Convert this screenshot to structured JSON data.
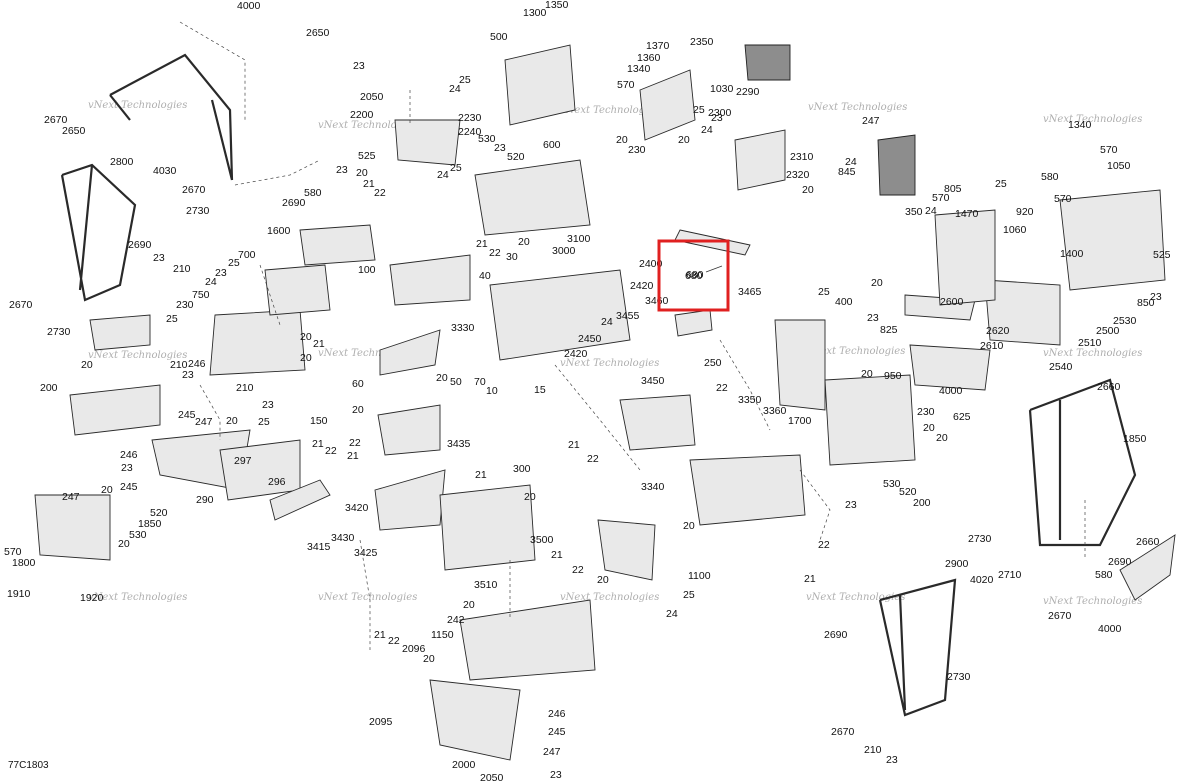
{
  "diagram": {
    "reference": "77C1803",
    "watermark": "vNext Technologies",
    "highlight": {
      "label": "680",
      "color": "#e02020"
    },
    "callouts": [
      "4000",
      "2650",
      "2670",
      "2650",
      "2800",
      "4030",
      "2670",
      "2730",
      "2690",
      "23",
      "210",
      "2670",
      "2730",
      "20",
      "200",
      "246",
      "23",
      "247",
      "20",
      "245",
      "520",
      "1850",
      "530",
      "20",
      "570",
      "1800",
      "1910",
      "1920",
      "23",
      "2050",
      "2200",
      "2230",
      "2240",
      "525",
      "23",
      "580",
      "2690",
      "20",
      "21",
      "22",
      "1600",
      "700",
      "25",
      "24",
      "23",
      "750",
      "25",
      "230",
      "210",
      "246",
      "23",
      "210",
      "23",
      "20",
      "21",
      "20",
      "245",
      "247",
      "25",
      "20",
      "297",
      "290",
      "296",
      "150",
      "21",
      "22",
      "3420",
      "3415",
      "3430",
      "3425",
      "22",
      "21",
      "20",
      "50",
      "60",
      "20",
      "100",
      "21",
      "22",
      "3330",
      "500",
      "1300",
      "1350",
      "1370",
      "1360",
      "1340",
      "25",
      "24",
      "570",
      "530",
      "23",
      "520",
      "25",
      "24",
      "600",
      "20",
      "3100",
      "30",
      "3000",
      "40",
      "20",
      "230",
      "1030",
      "25",
      "23",
      "24",
      "20",
      "2350",
      "2290",
      "2300",
      "2310",
      "2320",
      "20",
      "2400",
      "2420",
      "3460",
      "3465",
      "680",
      "3455",
      "24",
      "2450",
      "2420",
      "3450",
      "70",
      "10",
      "15",
      "21",
      "22",
      "250",
      "22",
      "3350",
      "3360",
      "1700",
      "3340",
      "20",
      "22",
      "21",
      "21",
      "300",
      "3435",
      "20",
      "3500",
      "21",
      "22",
      "20",
      "3510",
      "1100",
      "25",
      "24",
      "20",
      "21",
      "22",
      "2096",
      "20",
      "1150",
      "242",
      "246",
      "245",
      "2095",
      "247",
      "2000",
      "2050",
      "23",
      "25",
      "400",
      "23",
      "825",
      "20",
      "950",
      "230",
      "625",
      "20",
      "20",
      "23",
      "520",
      "530",
      "200",
      "247",
      "24",
      "845",
      "570",
      "805",
      "24",
      "350",
      "25",
      "1470",
      "1340",
      "570",
      "1050",
      "580",
      "570",
      "920",
      "1060",
      "1400",
      "525",
      "23",
      "850",
      "2530",
      "2500",
      "2510",
      "2540",
      "2620",
      "20",
      "2600",
      "2610",
      "4000",
      "2660",
      "1850",
      "2730",
      "2710",
      "580",
      "2690",
      "2660",
      "2670",
      "4000",
      "2900",
      "4020",
      "2690",
      "2730",
      "2670",
      "210",
      "23"
    ]
  }
}
